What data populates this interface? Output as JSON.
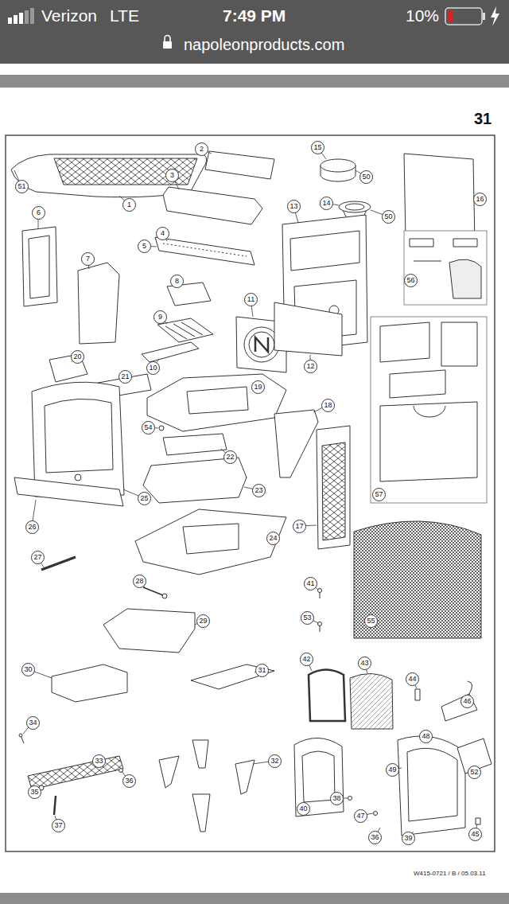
{
  "diagram": {
    "labels": [
      "Verizon",
      "LTE",
      "7:49 PM",
      "10%",
      "napoleonproducts.com",
      "31",
      "51",
      "1",
      "2",
      "3",
      "4",
      "5",
      "15",
      "50",
      "14",
      "50",
      "13",
      "16",
      "56",
      "6",
      "7",
      "8",
      "9",
      "10",
      "11",
      "12",
      "19",
      "20",
      "21",
      "54",
      "22",
      "23",
      "25",
      "26",
      "18",
      "17",
      "57",
      "24",
      "27",
      "28",
      "41",
      "53",
      "55",
      "29",
      "30",
      "31",
      "42",
      "43",
      "44",
      "46",
      "34",
      "33",
      "35",
      "36",
      "32",
      "48",
      "49",
      "52",
      "40",
      "38",
      "37",
      "47",
      "36",
      "39",
      "45",
      "W415-0721 / B / 05.03.11"
    ]
  }
}
